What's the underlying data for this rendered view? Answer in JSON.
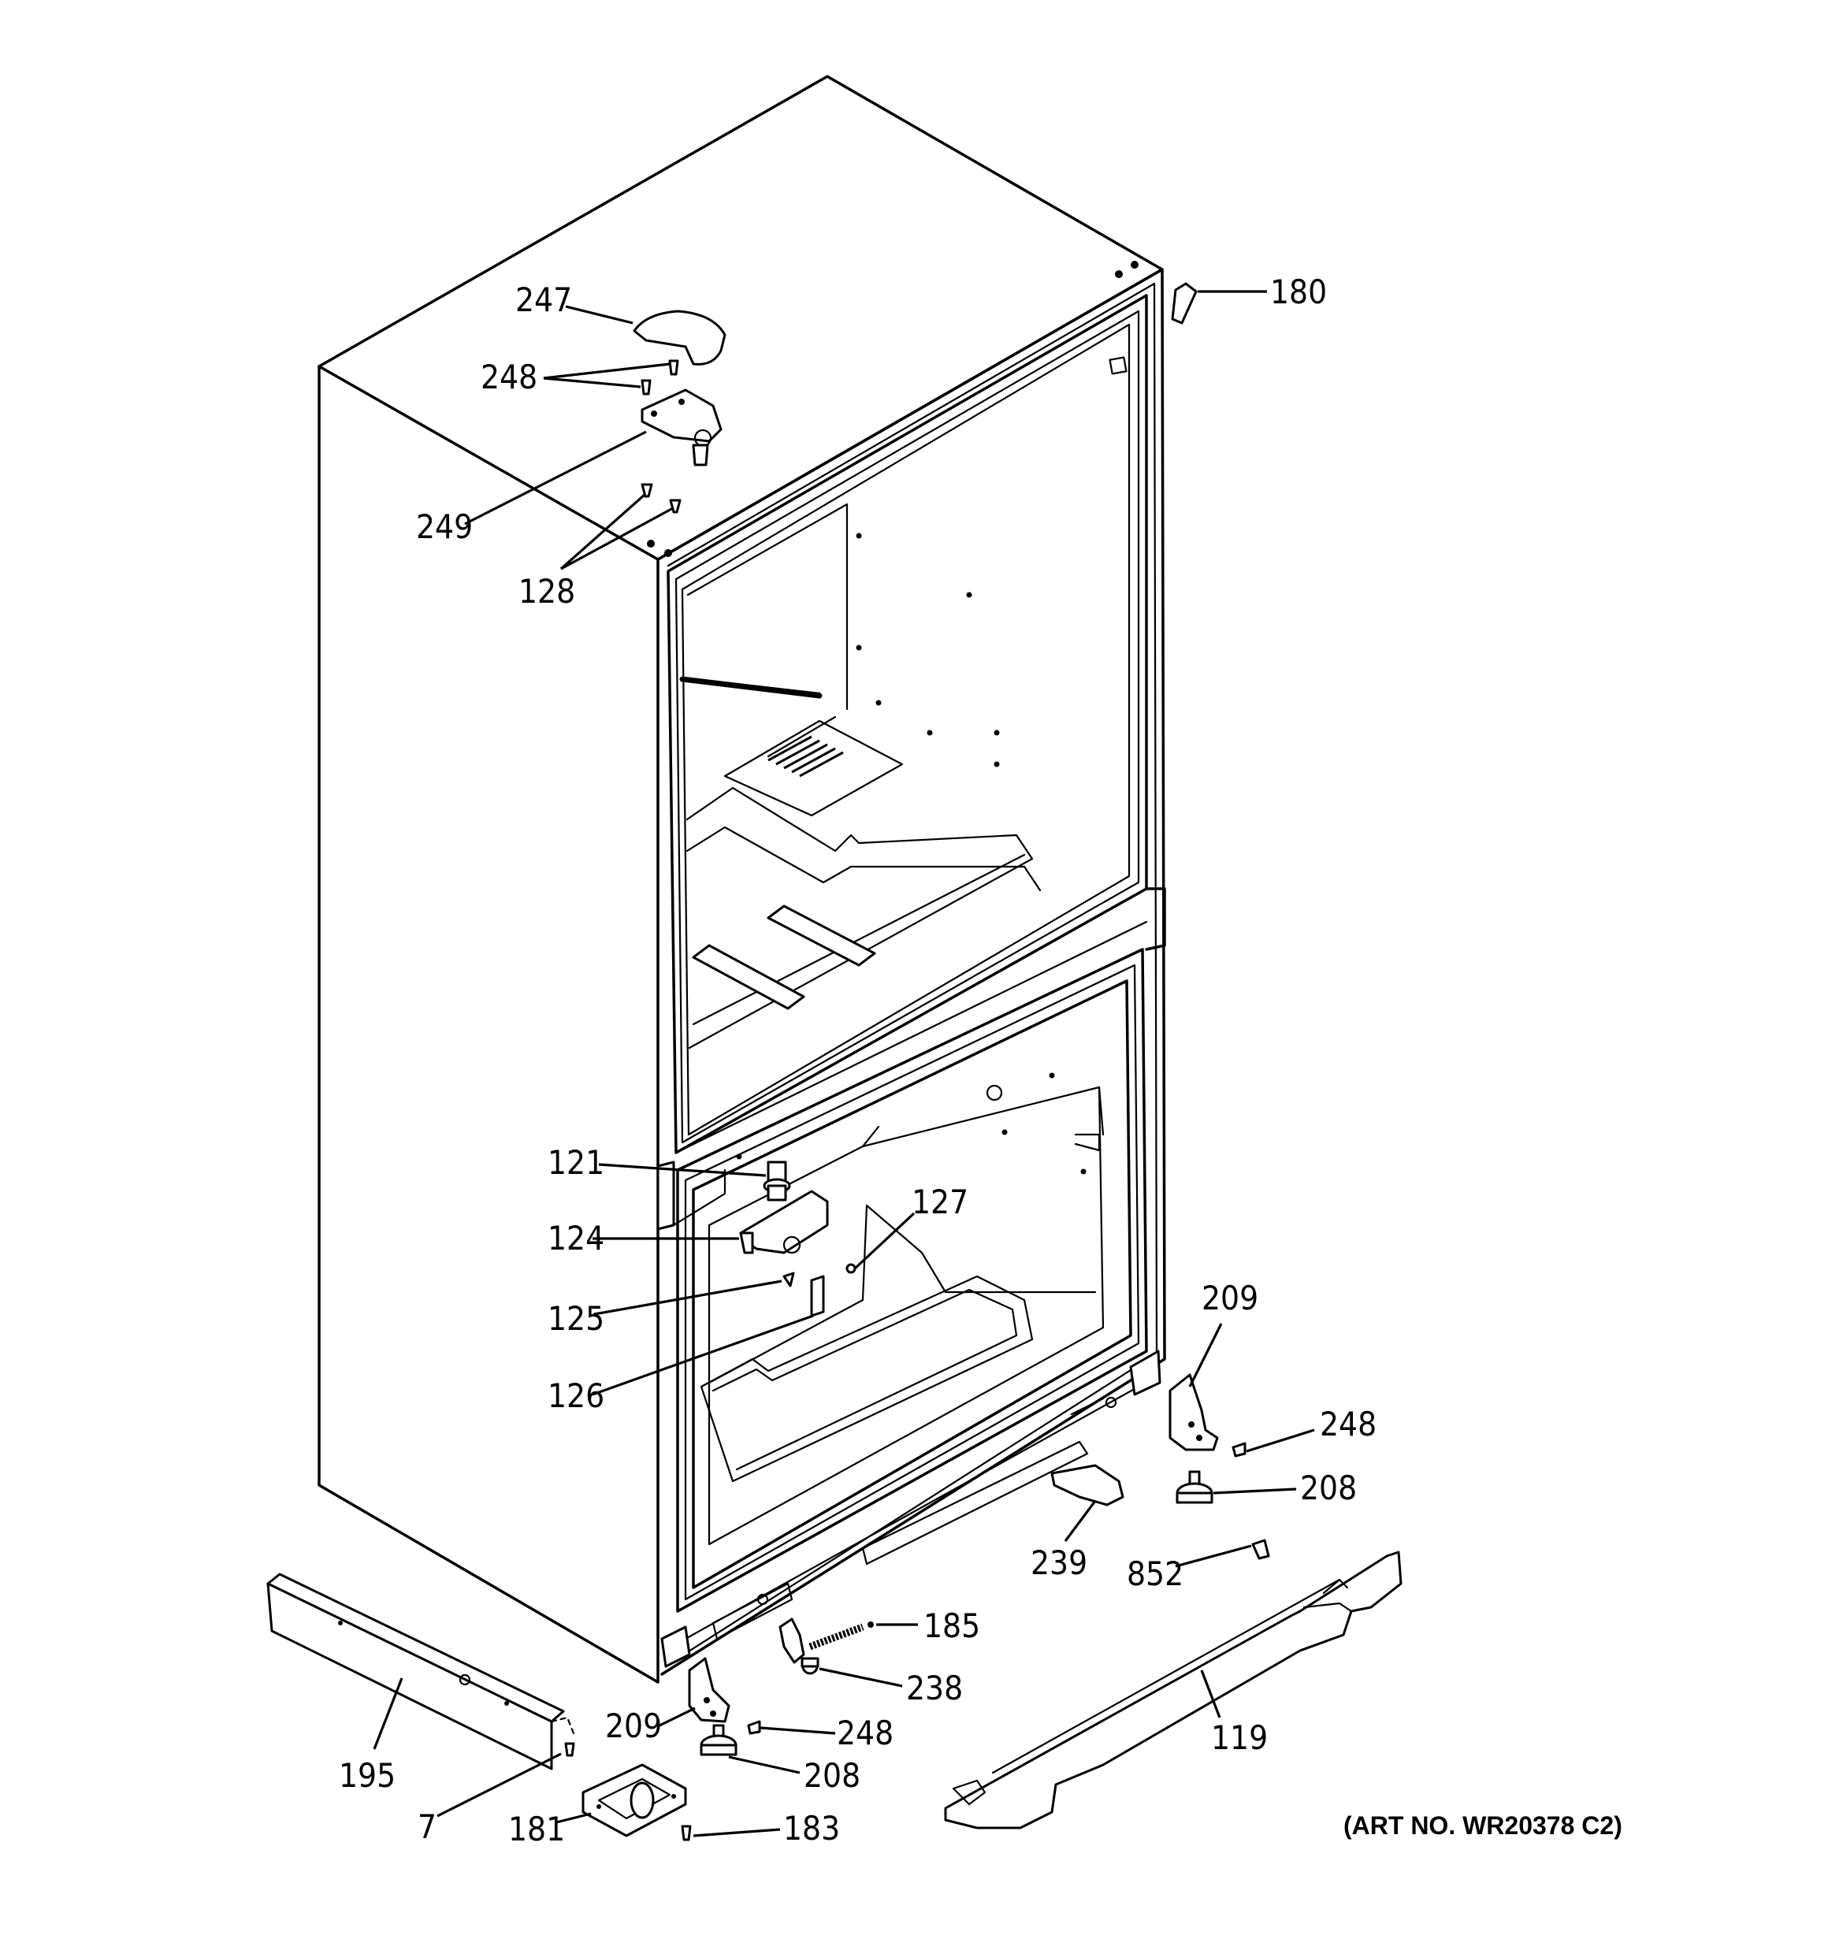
{
  "diagram": {
    "art_number": "(ART NO. WR20378 C2)",
    "parts": [
      {
        "key": "p180",
        "label": "180"
      },
      {
        "key": "p247",
        "label": "247"
      },
      {
        "key": "p248a",
        "label": "248"
      },
      {
        "key": "p249",
        "label": "249"
      },
      {
        "key": "p128",
        "label": "128"
      },
      {
        "key": "p121",
        "label": "121"
      },
      {
        "key": "p127",
        "label": "127"
      },
      {
        "key": "p124",
        "label": "124"
      },
      {
        "key": "p125",
        "label": "125"
      },
      {
        "key": "p126",
        "label": "126"
      },
      {
        "key": "p209a",
        "label": "209"
      },
      {
        "key": "p248b",
        "label": "248"
      },
      {
        "key": "p208a",
        "label": "208"
      },
      {
        "key": "p239",
        "label": "239"
      },
      {
        "key": "p852",
        "label": "852"
      },
      {
        "key": "p185",
        "label": "185"
      },
      {
        "key": "p238",
        "label": "238"
      },
      {
        "key": "p209b",
        "label": "209"
      },
      {
        "key": "p248c",
        "label": "248"
      },
      {
        "key": "p208b",
        "label": "208"
      },
      {
        "key": "p195",
        "label": "195"
      },
      {
        "key": "p7",
        "label": "7"
      },
      {
        "key": "p181",
        "label": "181"
      },
      {
        "key": "p183",
        "label": "183"
      },
      {
        "key": "p119",
        "label": "119"
      }
    ]
  }
}
